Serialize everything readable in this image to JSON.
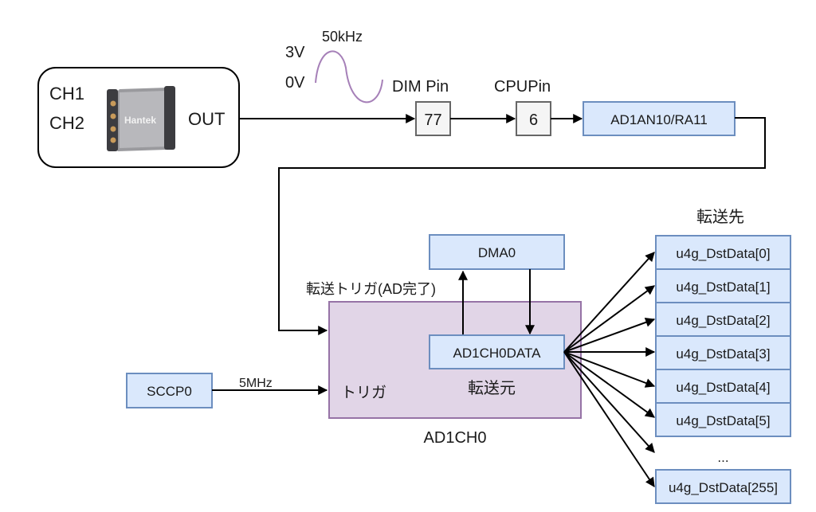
{
  "colors": {
    "block_fill": "#dae8fc",
    "block_stroke": "#6c8ebf",
    "pin_fill": "#f5f5f5",
    "pin_stroke": "#666666",
    "adc_fill": "#e1d5e7",
    "adc_stroke": "#9673a6",
    "sine": "#a680b8"
  },
  "oscilloscope": {
    "ch1": "CH1",
    "ch2": "CH2",
    "out": "OUT",
    "brand": "Hantek"
  },
  "signal": {
    "freq": "50kHz",
    "high": "3V",
    "low": "0V"
  },
  "pins": {
    "dim_label": "DIM Pin",
    "dim_value": "77",
    "cpu_label": "CPUPin",
    "cpu_value": "6",
    "port": "AD1AN10/RA11"
  },
  "dma": {
    "label": "DMA0",
    "trigger_label": "転送トリガ(AD完了)"
  },
  "adc": {
    "label": "AD1CH0",
    "data_reg": "AD1CH0DATA",
    "source_label": "転送元",
    "trigger_in": "トリガ"
  },
  "timer": {
    "label": "SCCP0",
    "freq": "5MHz"
  },
  "destination": {
    "title": "転送先",
    "items": [
      "u4g_DstData[0]",
      "u4g_DstData[1]",
      "u4g_DstData[2]",
      "u4g_DstData[3]",
      "u4g_DstData[4]",
      "u4g_DstData[5]"
    ],
    "ellipsis": "...",
    "last": "u4g_DstData[255]"
  }
}
